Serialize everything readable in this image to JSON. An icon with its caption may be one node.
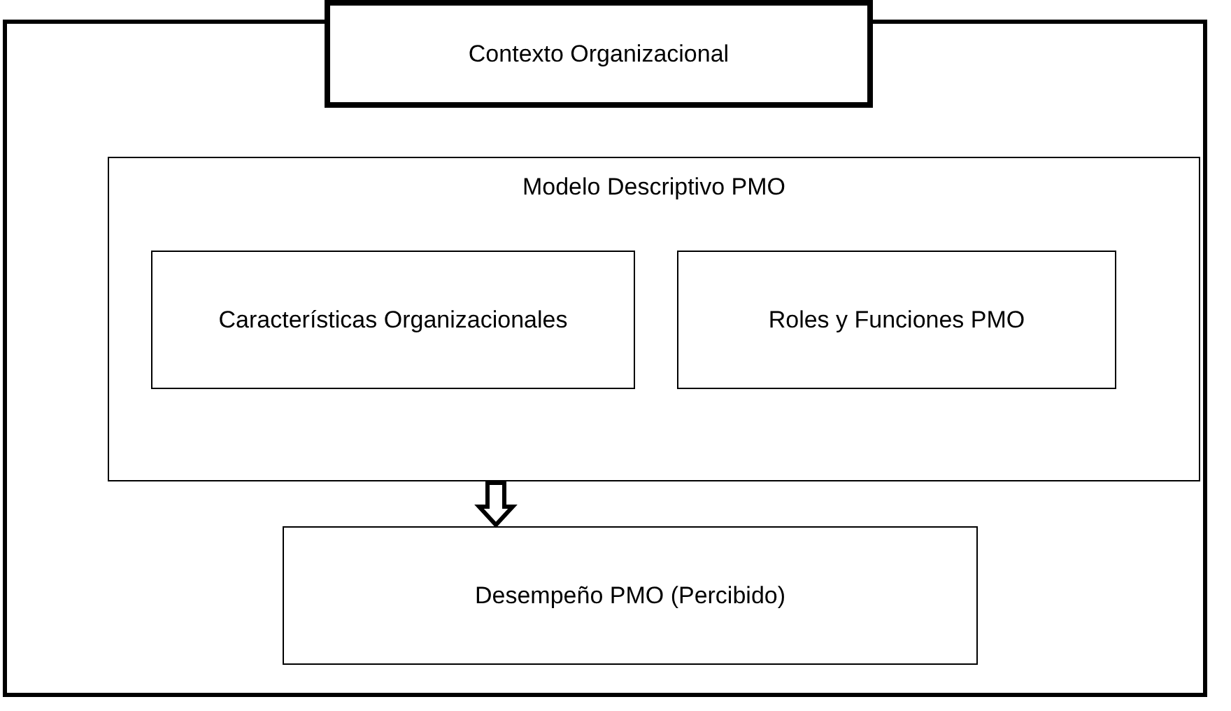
{
  "diagram": {
    "nodes": [
      {
        "text": [
          "Contexto Organizacional"
        ]
      },
      {
        "text": [
          "Modelo Descriptivo PMO"
        ]
      },
      {
        "text": [
          "Características Organizacionales"
        ],
        "in": 1
      },
      {
        "text": [
          "Roles y Funciones PMO"
        ],
        "in": 1
      },
      {
        "text": [
          "Desempeño PMO (Percibido)"
        ]
      }
    ],
    "edges": [
      {
        "from": 1,
        "to": 4,
        "arrow": "to",
        "style": "thick"
      }
    ]
  }
}
